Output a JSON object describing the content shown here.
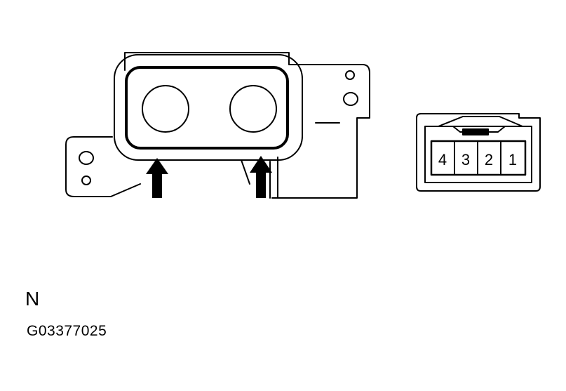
{
  "diagram": {
    "view_letter": "N",
    "figure_id": "G03377025",
    "connector_pins": [
      "4",
      "3",
      "2",
      "1"
    ],
    "line_color": "#000000",
    "background_color": "#ffffff"
  }
}
